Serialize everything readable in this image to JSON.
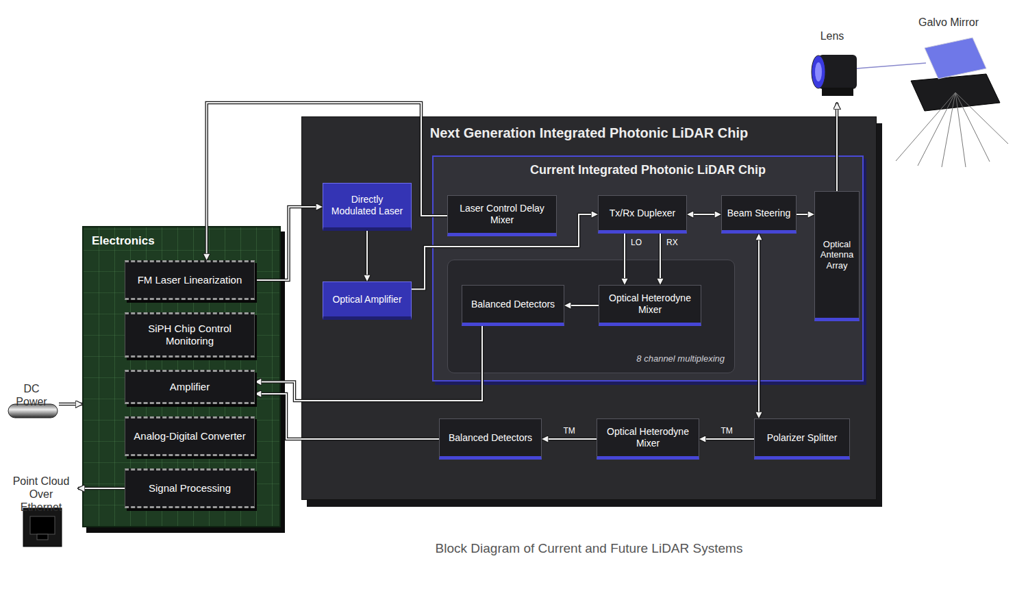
{
  "diagram": {
    "caption": "Block Diagram of Current and Future LiDAR Systems",
    "nodes": [
      {
        "text": [
          "Next Generation Integrated Photonic LiDAR Chip"
        ]
      },
      {
        "text": [
          "Current Integrated Photonic LiDAR Chip"
        ],
        "in": 0
      },
      {
        "text": [
          "Electronics"
        ]
      },
      {
        "text": [
          "FM Laser Linearization"
        ],
        "in": 2
      },
      {
        "text": [
          "SiPH Chip Control Monitoring"
        ],
        "in": 2
      },
      {
        "text": [
          "Amplifier"
        ],
        "in": 2
      },
      {
        "text": [
          "Analog-Digital Converter"
        ],
        "in": 2
      },
      {
        "text": [
          "Signal Processing"
        ],
        "in": 2
      },
      {
        "text": [
          "Directly Modulated Laser"
        ],
        "in": 0
      },
      {
        "text": [
          "Optical Amplifier"
        ],
        "in": 0
      },
      {
        "text": [
          "Laser Control Delay Mixer"
        ],
        "in": 1
      },
      {
        "text": [
          "Tx/Rx Duplexer"
        ],
        "in": 1
      },
      {
        "text": [
          "Beam Steering"
        ],
        "in": 1
      },
      {
        "text": [
          "Optical Antenna Array"
        ],
        "in": 1
      },
      {
        "text": [
          "8 channel multiplexing"
        ],
        "in": 1
      },
      {
        "text": [
          "Balanced Detectors"
        ],
        "in": 14
      },
      {
        "text": [
          "Optical Heterodyne Mixer"
        ],
        "in": 14
      },
      {
        "text": [
          "Polarizer Splitter"
        ],
        "in": 0
      },
      {
        "text": [
          "Optical Heterodyne Mixer"
        ],
        "in": 0
      },
      {
        "text": [
          "Balanced Detectors"
        ],
        "in": 0
      },
      {
        "text": [
          "Lens"
        ]
      },
      {
        "text": [
          "Galvo Mirror"
        ]
      },
      {
        "text": [
          "DC Power"
        ]
      },
      {
        "text": [
          "Point Cloud Over Ethernet"
        ]
      }
    ],
    "edges": [
      {
        "from": 3,
        "to": 8,
        "arrow": "to"
      },
      {
        "from": 8,
        "to": 9,
        "arrow": "to"
      },
      {
        "from": 9,
        "to": 11,
        "arrow": "to"
      },
      {
        "from": 11,
        "to": 12,
        "arrow": "both"
      },
      {
        "from": 12,
        "to": 13,
        "arrow": "to"
      },
      {
        "from": 11,
        "to": 16,
        "label": "LO",
        "arrow": "to"
      },
      {
        "from": 11,
        "to": 16,
        "label": "RX",
        "arrow": "to"
      },
      {
        "from": 16,
        "to": 15,
        "arrow": "to"
      },
      {
        "from": 15,
        "to": 5,
        "arrow": "to"
      },
      {
        "from": 19,
        "to": 5,
        "arrow": "to"
      },
      {
        "from": 17,
        "to": 18,
        "label": "TM",
        "arrow": "to"
      },
      {
        "from": 18,
        "to": 19,
        "label": "TM",
        "arrow": "to"
      },
      {
        "from": 12,
        "to": 17,
        "arrow": "both"
      },
      {
        "from": 13,
        "to": 20,
        "arrow": "to"
      },
      {
        "from": 22,
        "to": 2,
        "arrow": "to"
      },
      {
        "from": 7,
        "to": 23,
        "arrow": "to"
      },
      {
        "from": 10,
        "to": 3,
        "arrow": "to"
      }
    ]
  }
}
